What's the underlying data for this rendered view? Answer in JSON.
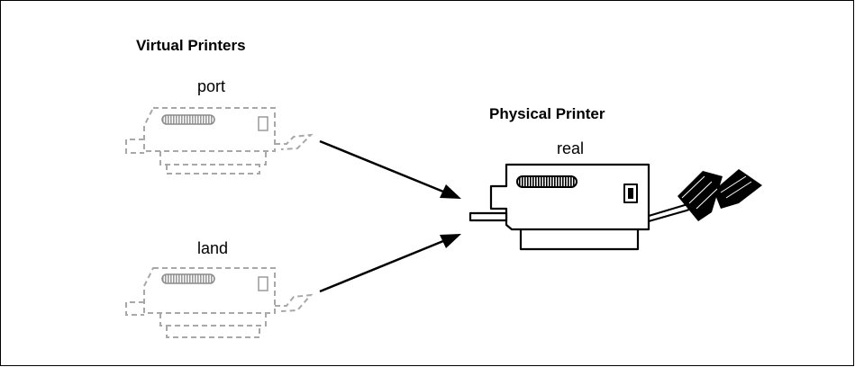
{
  "diagram": {
    "virtual_title": "Virtual Printers",
    "physical_title": "Physical Printer",
    "virtual_printers": [
      {
        "name": "port"
      },
      {
        "name": "land"
      }
    ],
    "physical_printer": {
      "name": "real"
    },
    "colors": {
      "border": "#000000",
      "virtual_outline": "#a8a8a8",
      "physical_outline": "#000000",
      "arrow": "#000000"
    }
  }
}
